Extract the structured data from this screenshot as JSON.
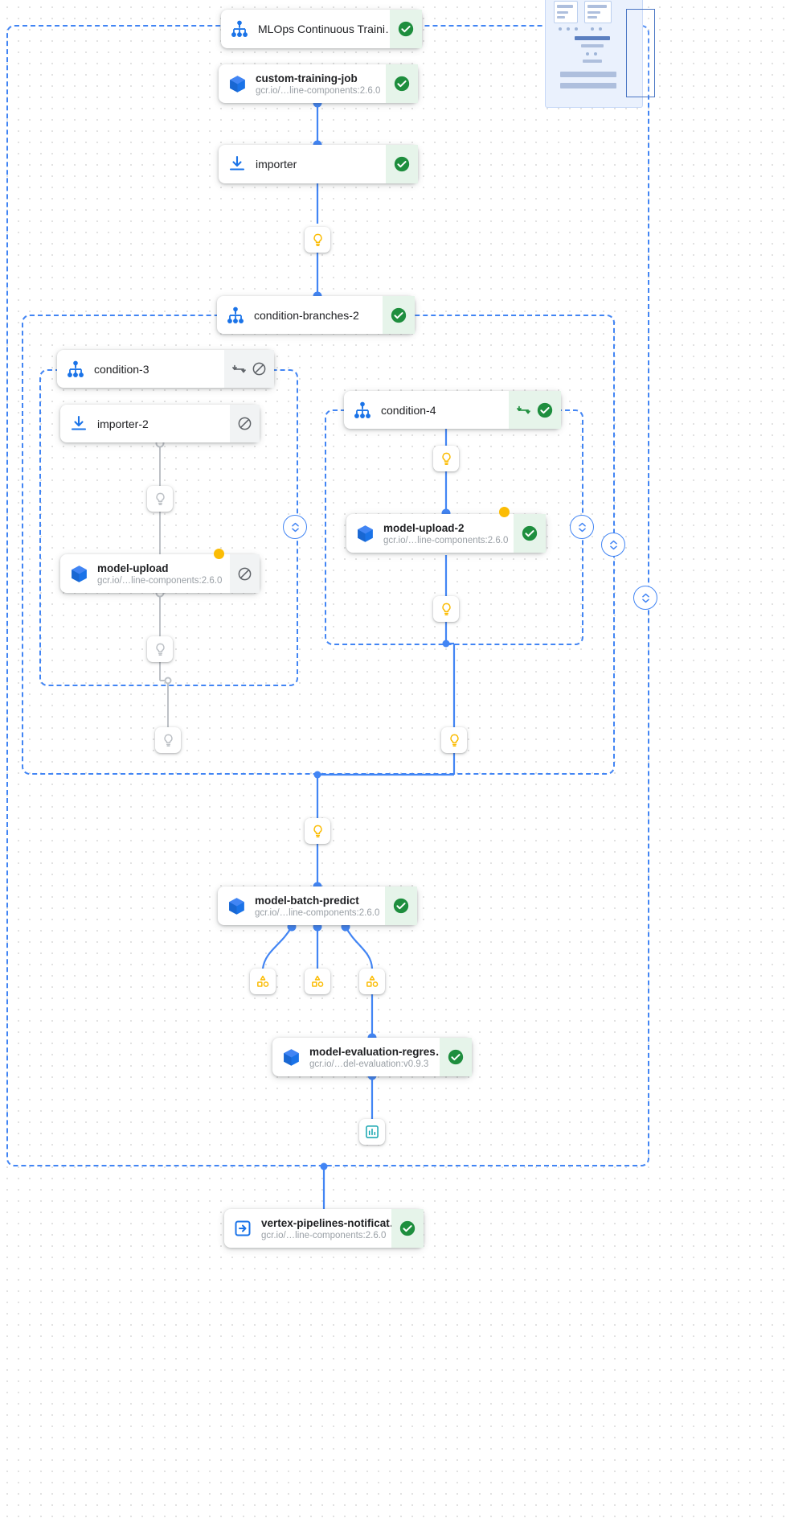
{
  "app": {
    "view": "pipeline-run-dag",
    "canvas_background": "#ffffff",
    "accent_color": "#4285f4",
    "success_color": "#1e8e3e",
    "success_bg": "#e6f4ea",
    "skipped_color": "#5f6368",
    "skipped_bg": "#f1f3f4",
    "artifact_color": "#fbbc04"
  },
  "groups": [
    {
      "name": "root-pipeline-group",
      "label": ""
    },
    {
      "name": "condition-branches-group",
      "label": ""
    },
    {
      "name": "condition-3-group",
      "label": ""
    },
    {
      "name": "condition-4-group",
      "label": ""
    }
  ],
  "nodes": [
    {
      "id": "mlops-continuous-training",
      "icon": "pipeline-dag-icon",
      "title": "MLOps Continuous Traini…",
      "subtitle": "",
      "status": "succeeded",
      "status_icon": "check-circle-icon",
      "badges": []
    },
    {
      "id": "custom-training-job",
      "icon": "component-cube-icon",
      "title": "custom-training-job",
      "subtitle": "gcr.io/…line-components:2.6.0",
      "status": "succeeded",
      "status_icon": "check-circle-icon",
      "badges": []
    },
    {
      "id": "importer",
      "icon": "importer-download-icon",
      "title": "importer",
      "subtitle": "",
      "status": "succeeded",
      "status_icon": "check-circle-icon",
      "badges": []
    },
    {
      "id": "condition-branches-2",
      "icon": "pipeline-dag-icon",
      "title": "condition-branches-2",
      "subtitle": "",
      "status": "succeeded",
      "status_icon": "check-circle-icon",
      "badges": []
    },
    {
      "id": "condition-3",
      "icon": "pipeline-dag-icon",
      "title": "condition-3",
      "subtitle": "",
      "status": "skipped",
      "status_icon": "blocked-circle-icon",
      "badges": [
        "branch-merge-icon"
      ]
    },
    {
      "id": "importer-2",
      "icon": "importer-download-icon",
      "title": "importer-2",
      "subtitle": "",
      "status": "skipped",
      "status_icon": "blocked-circle-icon",
      "badges": []
    },
    {
      "id": "model-upload",
      "icon": "component-cube-icon",
      "title": "model-upload",
      "subtitle": "gcr.io/…line-components:2.6.0",
      "status": "skipped",
      "status_icon": "blocked-circle-icon",
      "badges": []
    },
    {
      "id": "condition-4",
      "icon": "pipeline-dag-icon",
      "title": "condition-4",
      "subtitle": "",
      "status": "succeeded",
      "status_icon": "check-circle-icon",
      "badges": [
        "branch-merge-icon"
      ]
    },
    {
      "id": "model-upload-2",
      "icon": "component-cube-icon",
      "title": "model-upload-2",
      "subtitle": "gcr.io/…line-components:2.6.0",
      "status": "succeeded",
      "status_icon": "check-circle-icon",
      "badges": []
    },
    {
      "id": "model-batch-predict",
      "icon": "component-cube-icon",
      "title": "model-batch-predict",
      "subtitle": "gcr.io/…line-components:2.6.0",
      "status": "succeeded",
      "status_icon": "check-circle-icon",
      "badges": []
    },
    {
      "id": "model-evaluation-regression",
      "icon": "component-cube-icon",
      "title": "model-evaluation-regres…",
      "subtitle": "gcr.io/…del-evaluation:v0.9.3",
      "status": "succeeded",
      "status_icon": "check-circle-icon",
      "badges": []
    },
    {
      "id": "vertex-pipelines-notification",
      "icon": "exit-arrow-icon",
      "title": "vertex-pipelines-notificat…",
      "subtitle": "gcr.io/…line-components:2.6.0",
      "status": "succeeded",
      "status_icon": "check-circle-icon",
      "badges": []
    }
  ],
  "artifacts": [
    {
      "id": "artifact-after-importer",
      "icon": "artifact-bulb-icon",
      "state": "active"
    },
    {
      "id": "artifact-after-importer-2",
      "icon": "artifact-bulb-icon",
      "state": "skipped"
    },
    {
      "id": "artifact-after-model-upload",
      "icon": "artifact-bulb-icon",
      "state": "skipped"
    },
    {
      "id": "artifact-condition-3-output",
      "icon": "artifact-bulb-icon",
      "state": "skipped"
    },
    {
      "id": "artifact-before-model-upload-2",
      "icon": "artifact-bulb-icon",
      "state": "active"
    },
    {
      "id": "artifact-after-model-upload-2",
      "icon": "artifact-bulb-icon",
      "state": "active"
    },
    {
      "id": "artifact-condition-4-output",
      "icon": "artifact-bulb-icon",
      "state": "active"
    },
    {
      "id": "artifact-before-batch-predict",
      "icon": "artifact-bulb-icon",
      "state": "active"
    },
    {
      "id": "dataset-batch-predict-1",
      "icon": "dataset-shapes-icon",
      "state": "active"
    },
    {
      "id": "dataset-batch-predict-2",
      "icon": "dataset-shapes-icon",
      "state": "active"
    },
    {
      "id": "dataset-batch-predict-3",
      "icon": "dataset-shapes-icon",
      "state": "active"
    },
    {
      "id": "metrics-model-evaluation",
      "icon": "metrics-chart-icon",
      "state": "active"
    }
  ],
  "collapse_buttons": [
    {
      "id": "collapse-condition-3",
      "icon": "collapse-chevrons-icon"
    },
    {
      "id": "collapse-condition-4",
      "icon": "collapse-chevrons-icon"
    },
    {
      "id": "collapse-condition-branches",
      "icon": "collapse-chevrons-icon"
    },
    {
      "id": "collapse-root-pipeline",
      "icon": "collapse-chevrons-icon"
    }
  ],
  "minimap": {
    "name": "dag-minimap",
    "label": ""
  }
}
